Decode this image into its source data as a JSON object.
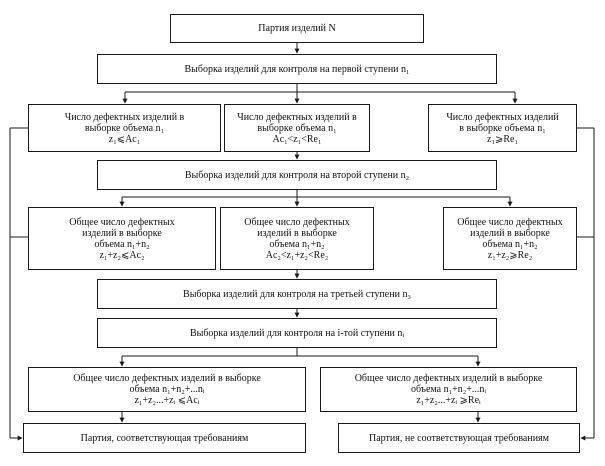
{
  "nodes": {
    "lot": {
      "text": "Партия изделий N"
    },
    "stage1": {
      "text": "Выборка изделий для контроля на первой ступени n₁"
    },
    "s1_accept": {
      "line1": "Число дефектных изделий в",
      "line2": "выборке объема n₁",
      "line3": "z₁⩽Ac₁"
    },
    "s1_continue": {
      "line1": "Число дефектных изделий в",
      "line2": "выборке объема n₁",
      "line3": "Ac₁<z₁<Re₁"
    },
    "s1_reject": {
      "line1": "Число дефектных изделий",
      "line2": "в выборке объема n₁",
      "line3": "z₁⩾Re₁"
    },
    "stage2": {
      "text": "Выборка изделий для контроля на второй ступени n₂"
    },
    "s2_accept": {
      "line1": "Общее число дефектных",
      "line2": "изделий в выборке",
      "line3": "объема n₁+n₂",
      "line4": "z₁+z₂⩽Ac₂"
    },
    "s2_continue": {
      "line1": "Общее число дефектных",
      "line2": "изделий в выборке",
      "line3": "объема n₁+n₂",
      "line4": "Ac₂<z₁+z₂<Re₂"
    },
    "s2_reject": {
      "line1": "Общее число дефектных",
      "line2": "изделий в выборке",
      "line3": "объема n₁+n₂",
      "line4": "z₁+z₂⩾Re₂"
    },
    "stage3": {
      "text": "Выборка изделий для контроля на третьей ступени n₃"
    },
    "stage_i": {
      "text": "Выборка изделий для контроля на i-той ступени nᵢ"
    },
    "si_accept": {
      "line1": "Общее число дефектных изделий в выборке",
      "line2": "объема n₁+n₂+...nᵢ",
      "line3": "z₁+z₂...+zᵢ ⩽Acᵢ"
    },
    "si_reject": {
      "line1": "Общее число дефектных изделий в выборке",
      "line2": "объема n₁+n₂+...nᵢ",
      "line3": "z₁+z₂...+zᵢ ⩾Reᵢ"
    },
    "accepted": {
      "text": "Партия, соответствующая требованиям"
    },
    "rejected": {
      "text": "Партия, не соответствующая требованиям"
    }
  }
}
